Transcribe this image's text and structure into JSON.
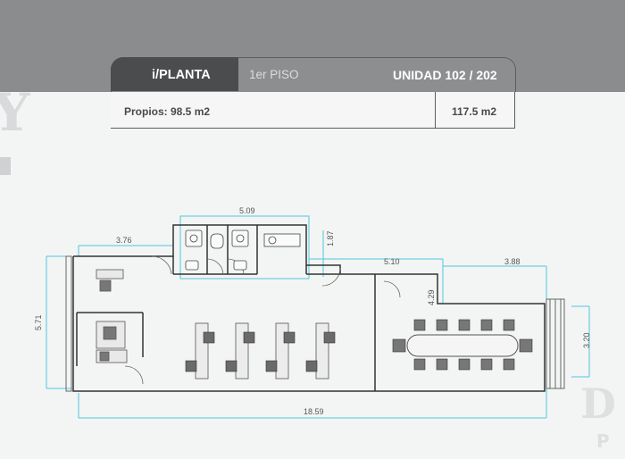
{
  "header": {
    "tab_planta": "i/PLANTA",
    "floor": "1er PISO",
    "unit": "UNIDAD 102 / 202"
  },
  "info": {
    "propios": "Propios: 98.5 m2",
    "total": "117.5 m2"
  },
  "dimensions": {
    "top_core": "5.09",
    "top_left": "3.76",
    "core_depth": "1.87",
    "mid_top": "5.10",
    "right_top": "3.88",
    "left_height": "5.71",
    "room_height": "4.29",
    "right_height": "3.20",
    "total_width": "18.59"
  },
  "watermark": {
    "left": "Y",
    "right": "D",
    "right_sub": "P"
  },
  "colors": {
    "band": "#8b8c8e",
    "tab_dark": "#4b4c4e",
    "dim_line": "#4fc8dc",
    "wall": "#333333"
  }
}
